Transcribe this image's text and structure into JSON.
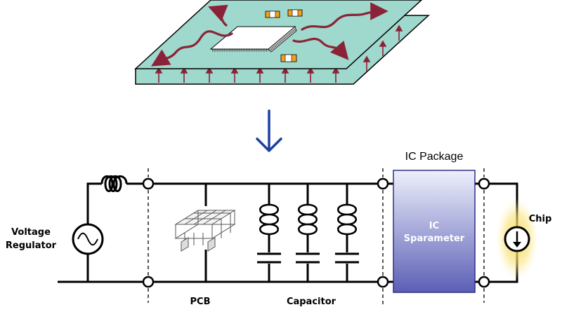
{
  "labels": {
    "voltage_regulator_line1": "Voltage",
    "voltage_regulator_line2": "Regulator",
    "pcb": "PCB",
    "capacitor": "Capacitor",
    "ic_package": "IC Package",
    "ic_block_line1": "IC",
    "ic_block_line2": "Sparameter",
    "chip": "Chip"
  },
  "colors": {
    "board_fill": "#9fd8cc",
    "wave": "#8b2338",
    "arrow_down": "#1f3fa3",
    "ic_top": "#eef0fc",
    "ic_bottom": "#5b5fb5",
    "chip_glow": "#f6d84e",
    "component_orange": "#f0a020"
  },
  "icons": {
    "source_symbol": "ac-source-icon",
    "current_source": "current-source-icon",
    "down_arrow": "down-arrow-icon"
  }
}
